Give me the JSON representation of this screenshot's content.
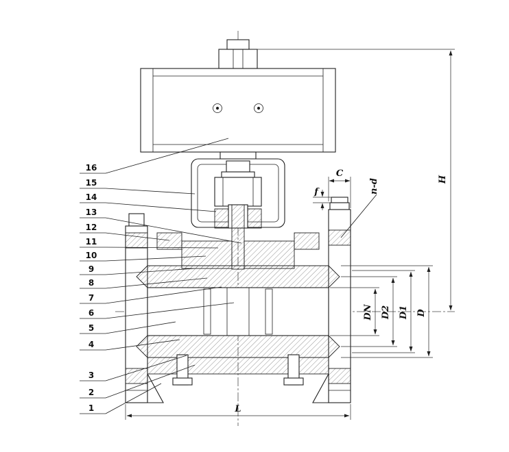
{
  "part_labels": [
    "1",
    "2",
    "3",
    "4",
    "5",
    "6",
    "7",
    "8",
    "9",
    "10",
    "11",
    "12",
    "13",
    "14",
    "15",
    "16"
  ],
  "dimension_labels": {
    "H": "H",
    "L": "L",
    "D": "D",
    "D1": "D1",
    "D2": "D2",
    "DN": "DN",
    "C": "C",
    "f": "f",
    "n-d": "n-d"
  },
  "colors": {
    "line": "#1f1f1f",
    "hatch": "#3a3a3a",
    "background": "#ffffff"
  }
}
